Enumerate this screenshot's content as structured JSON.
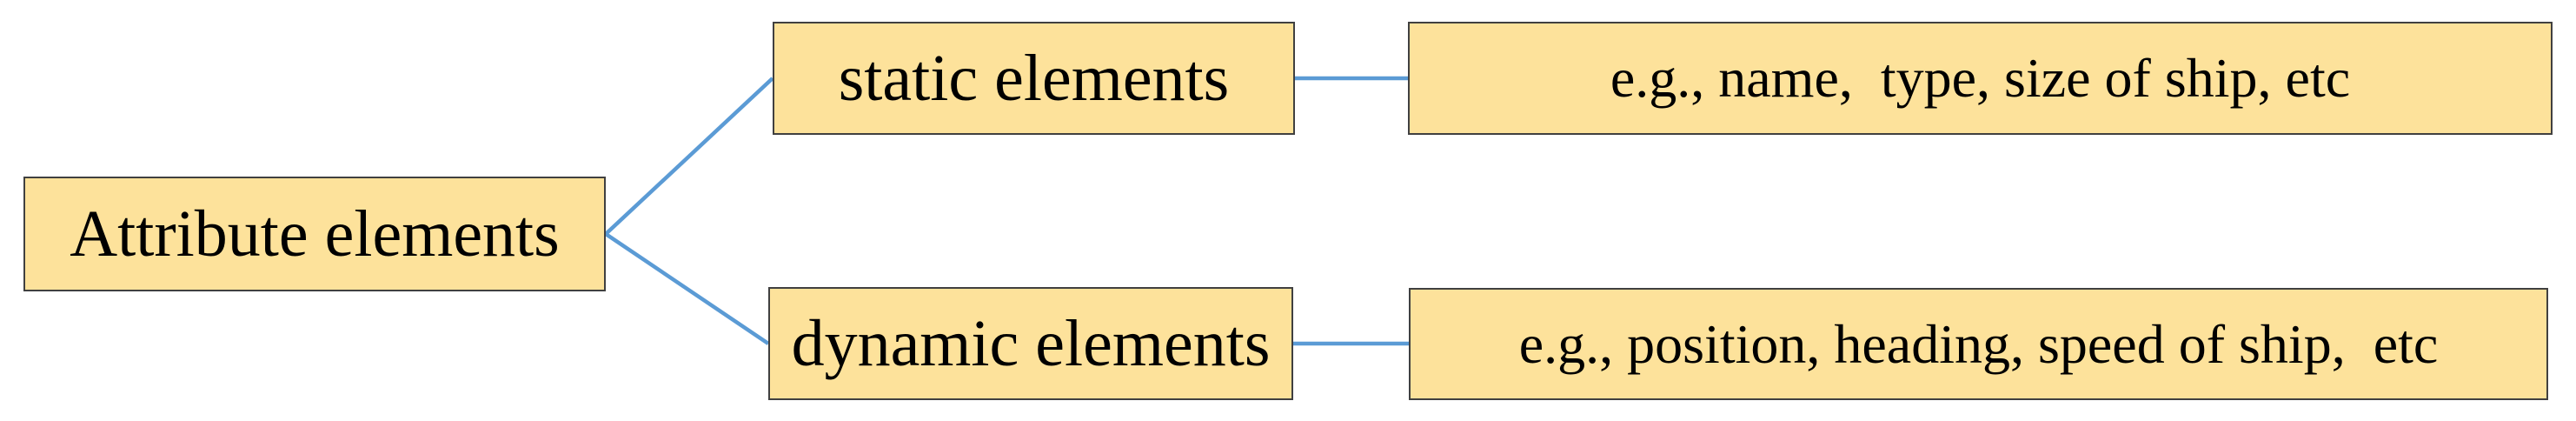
{
  "colors": {
    "background": "#ffffff",
    "box_fill": "#FDE29B",
    "box_border": "#404040",
    "connector": "#5B9BD5",
    "text": "#000000"
  },
  "nodes": {
    "root": {
      "label": "Attribute elements"
    },
    "static": {
      "label": "static elements"
    },
    "dynamic": {
      "label": "dynamic elements"
    },
    "static_examples": {
      "label": "e.g., name,  type, size of ship, etc"
    },
    "dynamic_examples": {
      "label": "e.g., position, heading, speed of ship,  etc"
    }
  },
  "edges": [
    {
      "from": "root",
      "to": "static"
    },
    {
      "from": "root",
      "to": "dynamic"
    },
    {
      "from": "static",
      "to": "static_examples"
    },
    {
      "from": "dynamic",
      "to": "dynamic_examples"
    }
  ]
}
